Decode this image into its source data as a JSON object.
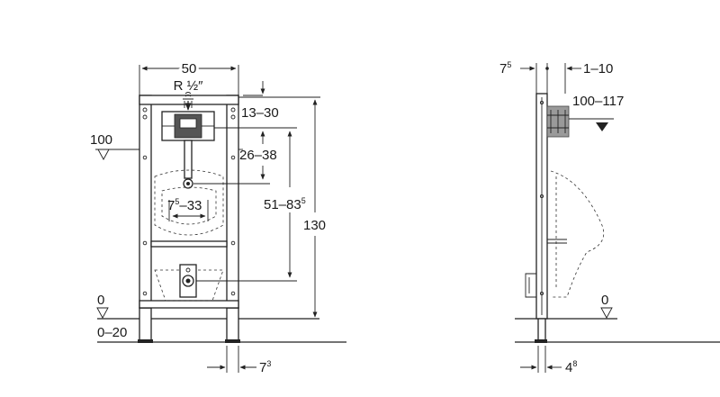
{
  "front": {
    "width_label": "50",
    "pipe_label": "R ½″",
    "d1_label": "13–30",
    "d2_label": "26–38",
    "d3_base": "7",
    "d3_sup": "5",
    "d3_rest": "–33",
    "d4_base": "51–83",
    "d4_sup": "5",
    "height_label": "130",
    "level_top": "100",
    "level_zero": "0",
    "floor_label": "0–20",
    "bottom_base": "7",
    "bottom_sup": "3"
  },
  "side": {
    "depth_base": "7",
    "depth_sup": "5",
    "offset_label": "1–10",
    "wall_label": "100–117",
    "level_zero": "0",
    "bottom_base": "4",
    "bottom_sup": "8"
  }
}
